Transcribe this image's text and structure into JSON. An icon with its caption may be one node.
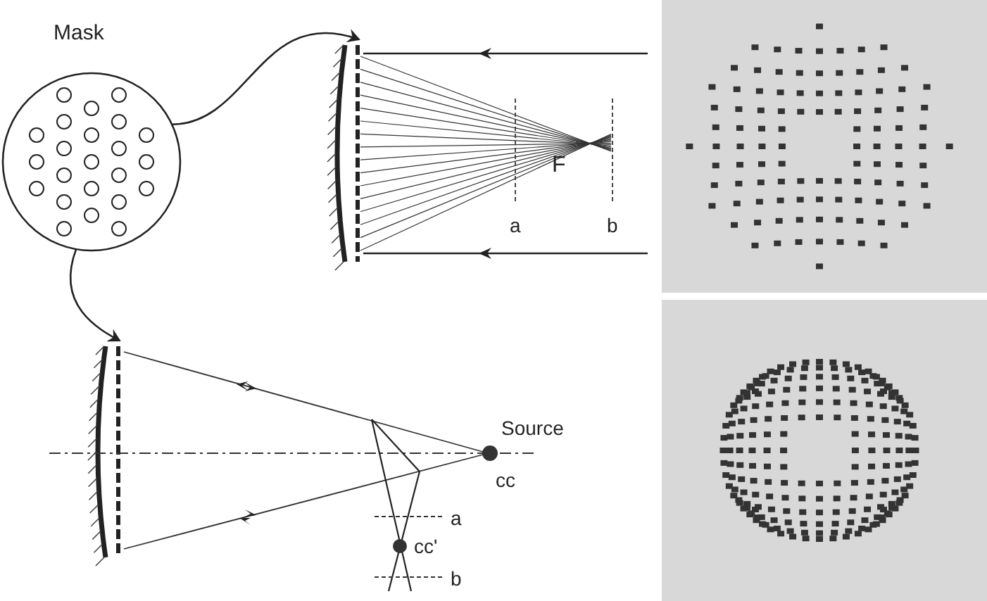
{
  "diagram": {
    "nodes": [
      {
        "text": [
          "Mask"
        ]
      },
      {
        "text": [],
        "shape": "bar"
      },
      {
        "text": [],
        "shape": "bar"
      }
    ],
    "edges": [
      {
        "from": 0,
        "to": 1,
        "arrow": "to"
      },
      {
        "from": 0,
        "to": 2,
        "arrow": "to"
      }
    ],
    "labels": [
      "F",
      "a",
      "b",
      "Source",
      "cc",
      "a",
      "cc'",
      "b"
    ]
  }
}
